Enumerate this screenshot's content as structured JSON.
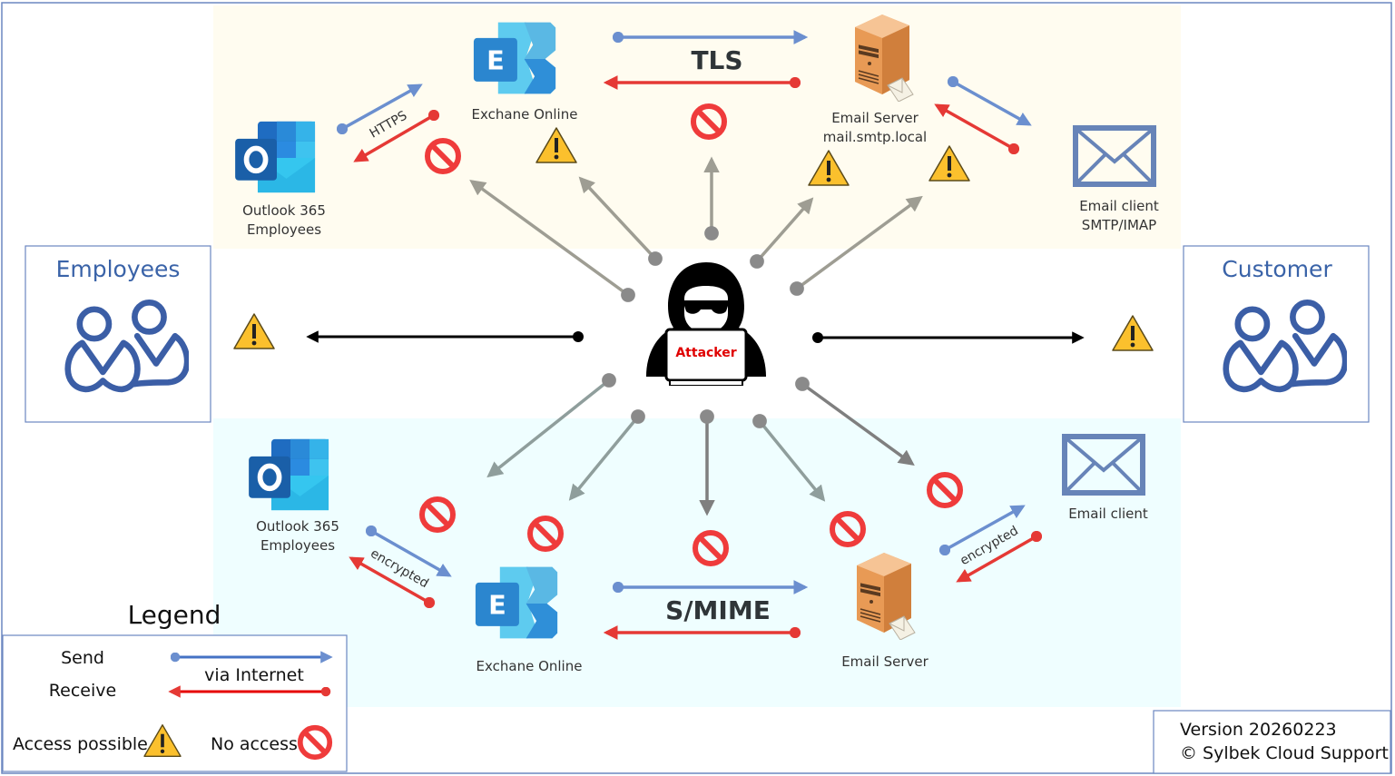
{
  "colors": {
    "send": "#6b8fcf",
    "receive": "#e53935",
    "attack_top": "#9e9d93",
    "attack_bottom": "#8f9e9c",
    "attack_dark": "#7f7f7f",
    "panel_top_bg": "#fffcf0",
    "panel_bottom_bg": "#effeff",
    "frame": "#6c87c0",
    "person_blue": "#3b5ea6",
    "warning_fill": "#fbc02d",
    "no_access": "#ef3b3b"
  },
  "top_section": {
    "outlook": {
      "line1": "Outlook 365",
      "line2": "Employees"
    },
    "exchange": {
      "label": "Exchane Online"
    },
    "server": {
      "line1": "Email Server",
      "line2": "mail.smtp.local"
    },
    "client": {
      "line1": "Email client",
      "line2": "SMTP/IMAP"
    },
    "link_outlook_exchange": "HTTPS",
    "link_exchange_server": "TLS"
  },
  "bottom_section": {
    "outlook": {
      "line1": "Outlook 365",
      "line2": "Employees"
    },
    "exchange": {
      "label": "Exchane Online"
    },
    "server": {
      "label": "Email Server"
    },
    "client": {
      "label": "Email client"
    },
    "link_outlook_exchange": "encrypted",
    "link_exchange_server": "S/MIME",
    "link_server_client": "encrypted"
  },
  "employees_box": {
    "title": "Employees"
  },
  "customer_box": {
    "title": "Customer"
  },
  "attacker": {
    "label": "Attacker"
  },
  "legend": {
    "title": "Legend",
    "send": "Send",
    "receive": "Receive",
    "via": "via Internet",
    "access_possible": "Access possible",
    "no_access": "No access"
  },
  "version": {
    "line1": "Version 20260223",
    "line2": "© Sylbek Cloud Support"
  }
}
